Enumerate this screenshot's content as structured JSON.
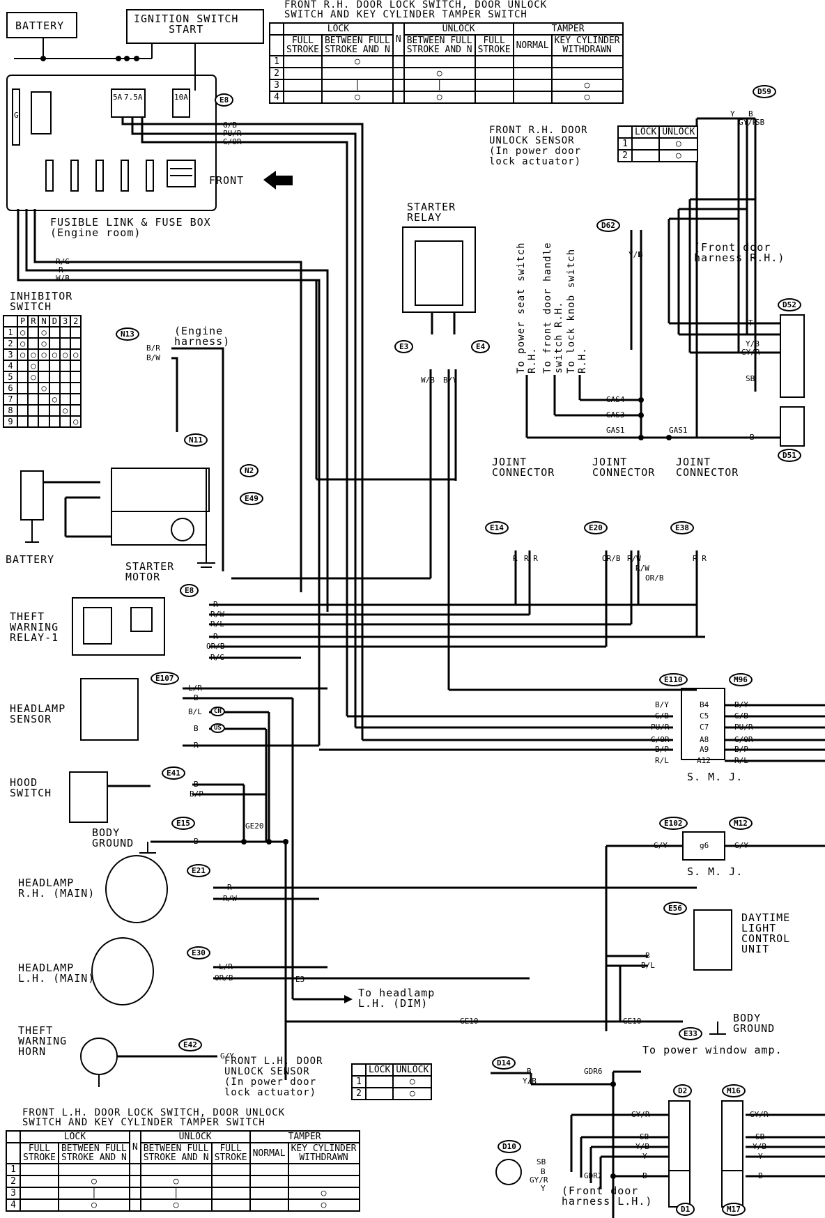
{
  "components": {
    "battery_top": "BATTERY",
    "ignition_switch": "IGNITION SWITCH\nSTART",
    "fusible_link": "FUSIBLE LINK & FUSE BOX\n(Engine room)",
    "front": "FRONT",
    "starter_relay": "STARTER\nRELAY",
    "inhibitor_switch": "INHIBITOR\nSWITCH",
    "engine_harness": "(Engine\nharness)",
    "battery_bottom": "BATTERY",
    "starter_motor": "STARTER\nMOTOR",
    "theft_warning_relay": "THEFT\nWARNING\nRELAY-1",
    "headlamp_sensor": "HEADLAMP\nSENSOR",
    "hood_switch": "HOOD\nSWITCH",
    "body_ground_1": "BODY\nGROUND",
    "headlamp_rh": "HEADLAMP\nR.H. (MAIN)",
    "headlamp_lh": "HEADLAMP\nL.H. (MAIN)",
    "theft_warning_horn": "THEFT\nWARNING\nHORN",
    "to_headlamp_dim": "To headlamp\nL.H. (DIM)",
    "body_ground_2": "BODY\nGROUND",
    "daytime_light": "DAYTIME\nLIGHT\nCONTROL\nUNIT",
    "smj_1": "S. M. J.",
    "smj_2": "S. M. J.",
    "joint_connector_1": "JOINT\nCONNECTOR",
    "joint_connector_2": "JOINT\nCONNECTOR",
    "joint_connector_3": "JOINT\nCONNECTOR",
    "front_door_harness_rh": "(Front door\nharness R.H.)",
    "front_door_harness_lh": "(Front door\nharness L.H.)",
    "to_power_window": "To power window amp.",
    "to_power_seat": "To power seat switch\nR.H.",
    "to_front_door_handle": "To front door handle\nswitch R.H.",
    "to_lock_knob": "To lock knob switch\nR.H."
  },
  "tables": {
    "rh_switch": {
      "title": "FRONT R.H. DOOR LOCK SWITCH, DOOR UNLOCK\nSWITCH AND KEY CYLINDER TAMPER SWITCH",
      "groups": [
        "LOCK",
        "UNLOCK",
        "TAMPER"
      ],
      "cols": [
        "FULL\nSTROKE",
        "BETWEEN FULL\nSTROKE AND N",
        "N",
        "BETWEEN FULL\nSTROKE AND N",
        "FULL\nSTROKE",
        "NORMAL",
        "KEY CYLINDER\nWITHDRAWN"
      ],
      "rows": [
        "1",
        "2",
        "3",
        "4"
      ]
    },
    "lh_switch": {
      "title": "FRONT L.H. DOOR LOCK SWITCH, DOOR UNLOCK\nSWITCH AND KEY CYLINDER TAMPER SWITCH",
      "groups": [
        "LOCK",
        "UNLOCK",
        "TAMPER"
      ],
      "cols": [
        "FULL\nSTROKE",
        "BETWEEN FULL\nSTROKE AND N",
        "N",
        "BETWEEN FULL\nSTROKE AND N",
        "FULL\nSTROKE",
        "NORMAL",
        "KEY CYLINDER\nWITHDRAWN"
      ],
      "rows": [
        "1",
        "2",
        "3",
        "4"
      ]
    },
    "rh_sensor": {
      "title": "FRONT R.H. DOOR\nUNLOCK SENSOR\n(In power door\nlock actuator)",
      "cols": [
        "LOCK",
        "UNLOCK"
      ],
      "rows": [
        "1",
        "2"
      ]
    },
    "lh_sensor": {
      "title": "FRONT L.H. DOOR\nUNLOCK SENSOR\n(In power door\nlock actuator)",
      "cols": [
        "LOCK",
        "UNLOCK"
      ],
      "rows": [
        "1",
        "2"
      ]
    },
    "inhibitor": {
      "cols": [
        "P",
        "R",
        "N",
        "D",
        "3",
        "2"
      ],
      "rows": [
        "1",
        "2",
        "3",
        "4",
        "5",
        "6",
        "7",
        "8",
        "9"
      ]
    }
  },
  "connectors": {
    "e8": "E8",
    "e8b": "E8",
    "e3": "E3",
    "e4": "E4",
    "n13": "N13",
    "n11": "N11",
    "n2": "N2",
    "e49": "E49",
    "e14": "E14",
    "e20": "E20",
    "e38": "E38",
    "e107": "E107",
    "e41": "E41",
    "e15": "E15",
    "e21": "E21",
    "e30": "E30",
    "e42": "E42",
    "e110": "E110",
    "m96": "M96",
    "e102": "E102",
    "m12": "M12",
    "e56": "E56",
    "e33": "E33",
    "d59": "D59",
    "d62": "D62",
    "d52": "D52",
    "d51": "D51",
    "d14": "D14",
    "d10": "D10",
    "d2": "D2",
    "m16": "M16",
    "d1": "D1",
    "m17": "M17"
  },
  "wires": {
    "gb": "G/B",
    "pur": "PU/R",
    "gor": "G/OR",
    "rg": "R/G",
    "r": "R",
    "wb": "W/B",
    "br": "B/R",
    "bw": "B/W",
    "wb2": "W/B",
    "by": "B/Y",
    "tr_r": "R",
    "tr_rw": "R/W",
    "tr_rl": "R/L",
    "tr_r2": "R",
    "tr_orb": "OR/B",
    "tr_rg": "R/G",
    "hs_lr": "L/R",
    "hs_b": "B",
    "hs_bl": "B/L",
    "hs_b2": "B",
    "hs_r": "R",
    "cn": "CN",
    "us": "US",
    "hood_b": "B",
    "hood_bp": "B/P",
    "gnd_b": "B",
    "rh_r": "R",
    "rh_rw": "R/W",
    "lh_lr": "L/R",
    "lh_orb": "OR/B",
    "horn_gy": "G/Y",
    "smj_by": "B/Y",
    "smj_gb": "G/B",
    "smj_pur": "PU/R",
    "smj_gor": "G/OR",
    "smj_bp": "B/P",
    "smj_rl": "R/L",
    "pin_b4": "B4",
    "pin_c5": "C5",
    "pin_c7": "C7",
    "pin_a8": "A8",
    "pin_a9": "A9",
    "pin_a12": "A12",
    "g6": "g6",
    "gy1": "G/Y",
    "gy2": "G/Y",
    "dl_b": "B",
    "dl_bl": "B/L",
    "ge10a": "GE10",
    "ge10b": "GE10",
    "ge20": "GE20",
    "e3tag": "E3",
    "gas4": "GAS4",
    "gas3": "GAS3",
    "gas1a": "GAS1",
    "gas1b": "GAS1",
    "d52_t": "T",
    "d52_yb": "Y/B",
    "d52_gyr": "GY/R",
    "d52_sb": "SB",
    "d51_b": "B",
    "d62_yb": "Y/B",
    "d62_b": "B",
    "d59_y": "Y",
    "d59_gyr": "GY/R",
    "d59_b": "B",
    "d59_sb": "SB",
    "d14_b": "B",
    "d14_yb": "Y/B",
    "gdr6": "GDR6",
    "gdr2": "GDR2",
    "d2_gyr": "GY/R",
    "d2_sb": "SB",
    "d2_yb": "Y/B",
    "d2_y": "Y",
    "d2_b": "B",
    "m16_gyr": "GY/R",
    "m16_sb": "SB",
    "m16_yb": "Y/B",
    "m16_y": "Y",
    "m17_b": "B",
    "d10_sb": "SB",
    "d10_b": "B",
    "d10_gyr": "GY/R",
    "d10_y": "Y",
    "je14_r": "R",
    "je14_rr": "R R",
    "je20_orb": "OR/B",
    "je20_rw": "R/W",
    "je20_rw2": "R/W",
    "je20_orb2": "OR/B",
    "je38_rr": "R R",
    "fuse_5a": "5A",
    "fuse_7_5a": "7.5A",
    "fuse_10a": "10A",
    "fuse_g": "G"
  }
}
